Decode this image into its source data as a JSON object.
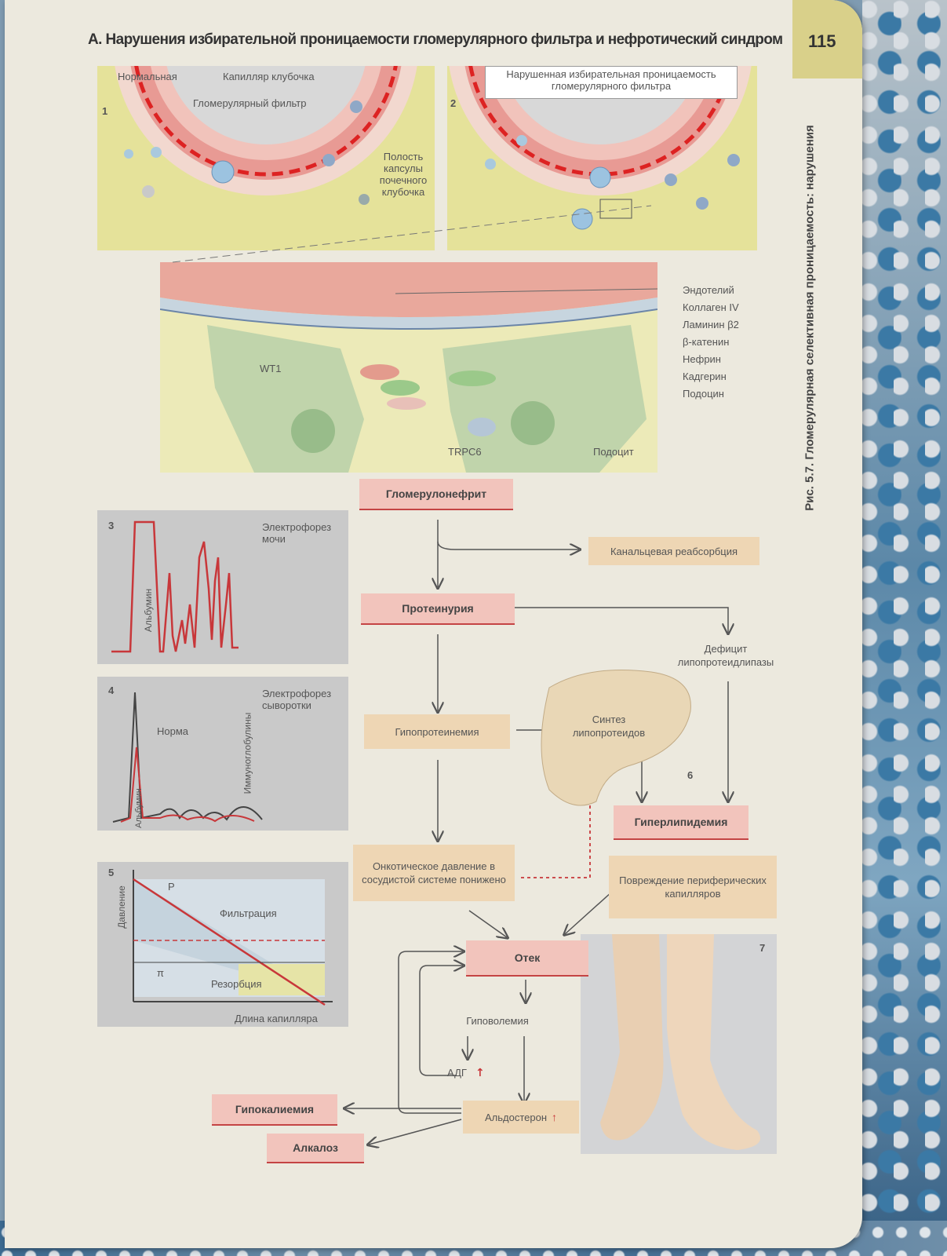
{
  "header": {
    "title": "А. Нарушения избирательной проницаемости гломерулярного фильтра и нефротический синдром",
    "page_number": "115"
  },
  "side_caption": "Рис. 5.7.  Гломерулярная селективная проницаемость: нарушения",
  "panel1": {
    "number": "1",
    "normal": "Нормальная",
    "capillary": "Капилляр клубочка",
    "filter": "Гломерулярный фильтр",
    "capsule": "Полость капсулы почечного клубочка"
  },
  "panel2": {
    "number": "2",
    "title": "Нарушенная избирательная проницаемость гломерулярного фильтра"
  },
  "detail": {
    "labels": [
      "Эндотелий",
      "Коллаген IV",
      "Ламинин β2",
      "β-катенин",
      "Нефрин",
      "Кадгерин",
      "Подоцин"
    ],
    "wt1": "WT1",
    "trpc6": "TRPC6",
    "podocyte": "Подоцит"
  },
  "chart3": {
    "number": "3",
    "title": "Электрофорез мочи",
    "albumin": "Альбумин"
  },
  "chart4": {
    "number": "4",
    "title": "Электрофорез сыворотки",
    "norm": "Норма",
    "albumin": "Альбумин",
    "immunoglobulins": "Иммуноглобулины"
  },
  "chart5": {
    "number": "5",
    "ylabel": "Давление",
    "xlabel": "Длина капилляра",
    "p": "P",
    "pi": "π",
    "filtration": "Фильтрация",
    "resorption": "Резорбция"
  },
  "flow": {
    "glomerulonephritis": "Гломерулонефрит",
    "tubular": "Канальцевая реабсорбция",
    "proteinuria": "Протеинурия",
    "lipase_deficit": "Дефицит липопротеидлипазы",
    "hypoproteinemia": "Гипопротеинемия",
    "synthesis": "Синтез липопротеидов",
    "number6": "6",
    "hyperlipidemia": "Гиперлипидемия",
    "oncotic": "Онкотическое давление в сосудистой системе понижено",
    "peripheral": "Повреждение периферических капилляров",
    "edema": "Отек",
    "number7": "7",
    "hypovolemia": "Гиповолемия",
    "adh": "АДГ",
    "aldosterone": "Альдостерон",
    "hypokalemia": "Гипокалиемия",
    "alkalosis": "Алкалоз"
  }
}
